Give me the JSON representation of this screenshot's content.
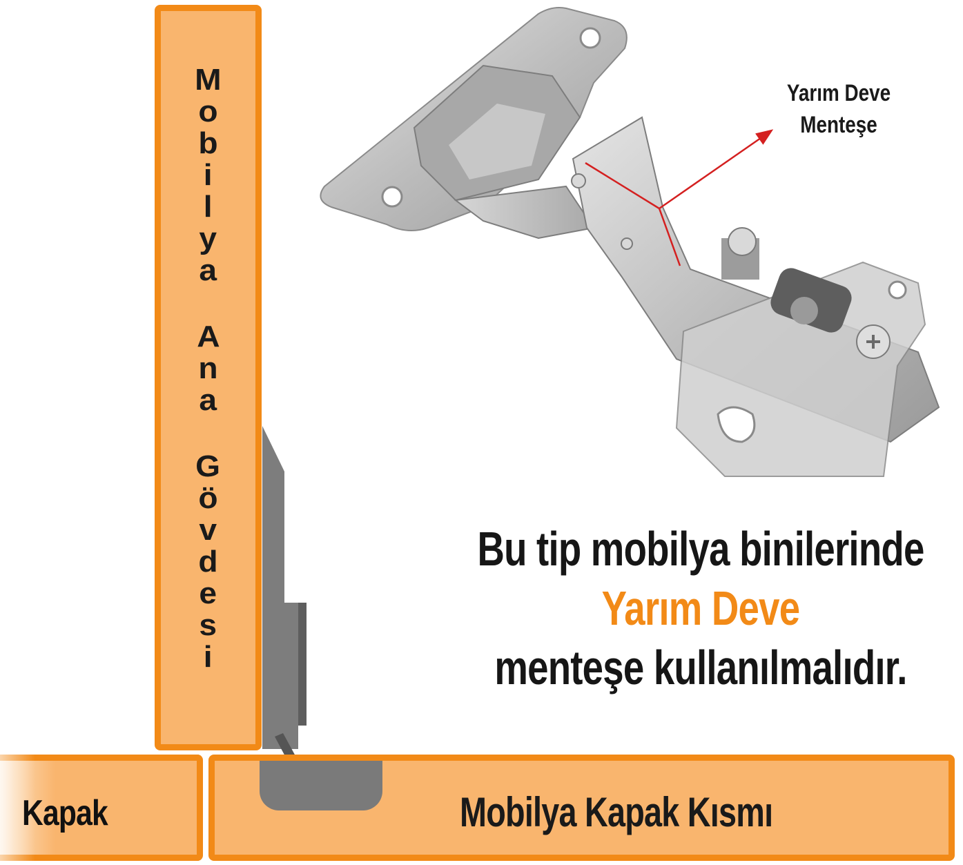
{
  "diagram": {
    "cabinet_body": {
      "label": "Mobilya Ana Gövdesi",
      "letters": [
        "M",
        "o",
        "b",
        "i",
        "l",
        "y",
        "a",
        " ",
        "A",
        "n",
        "a",
        " ",
        "G",
        "ö",
        "v",
        "d",
        "e",
        "s",
        "i"
      ]
    },
    "door_left": {
      "label": "Kapak"
    },
    "door_right": {
      "label": "Mobilya Kapak Kısmı"
    },
    "hinge_annotation": {
      "line1": "Yarım Deve",
      "line2": "Menteşe"
    },
    "headline": {
      "line1": "Bu tip mobilya binilerinde",
      "line2": "Yarım Deve",
      "line3": "menteşe kullanılmalıdır."
    },
    "colors": {
      "panel_fill": "#f9b56e",
      "panel_border": "#f28a17",
      "accent_text": "#f28a17",
      "hinge_gray": "#7a7a7a",
      "hinge_dark": "#5e5e5e",
      "arrow_red": "#d42020",
      "text": "#1a1a1a"
    }
  }
}
